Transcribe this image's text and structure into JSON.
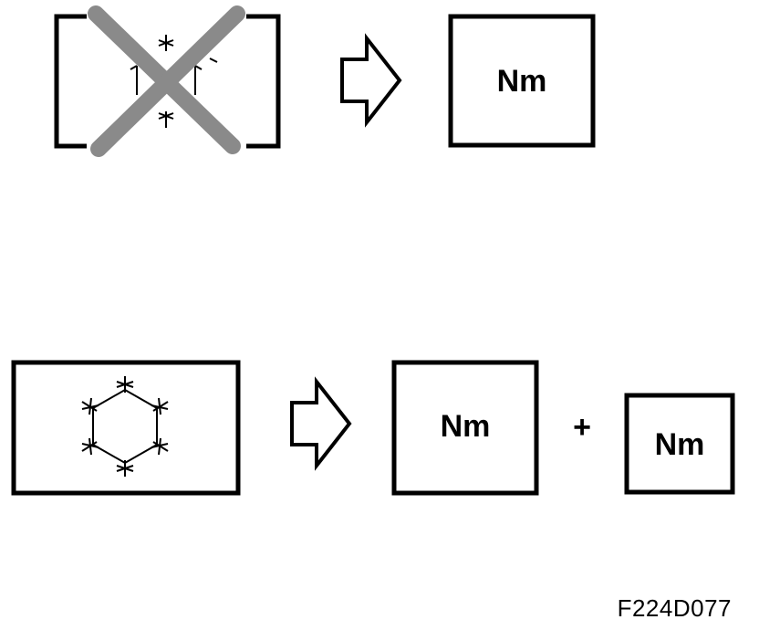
{
  "row_wrong": {
    "result_label": "Nm"
  },
  "row_correct": {
    "result_label": "Nm",
    "operator": "+",
    "extra_label": "Nm"
  },
  "figure_code": "F224D077"
}
